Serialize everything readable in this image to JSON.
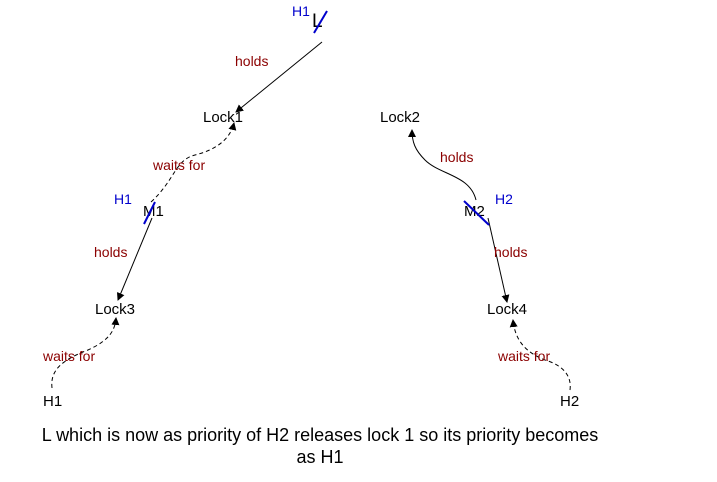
{
  "colors": {
    "edge_label": "#8b0000",
    "priority_label": "#0000cc",
    "strike": "#0000cc",
    "arrow": "#000000"
  },
  "nodes": {
    "l": "L",
    "lock1": "Lock1",
    "lock2": "Lock2",
    "m1": "M1",
    "m2": "M2",
    "lock3": "Lock3",
    "lock4": "Lock4",
    "h1": "H1",
    "h2": "H2"
  },
  "priority_tags": {
    "l": "H1",
    "m1": "H1",
    "m2": "H2"
  },
  "edge_labels": {
    "l_holds_lock1": "holds",
    "m1_waits_lock1": "waits for",
    "m1_holds_lock3": "holds",
    "h1_waits_lock3": "waits for",
    "m2_holds_lock2": "holds",
    "m2_holds_lock4": "holds",
    "h2_waits_lock4": "waits for"
  },
  "caption": "L which is now as priority of H2 releases lock 1 so its priority becomes as H1"
}
